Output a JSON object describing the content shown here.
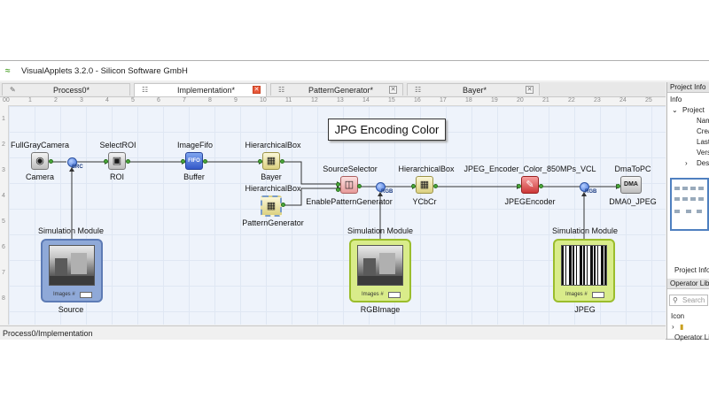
{
  "window": {
    "title": "VisualApplets 3.2.0 - Silicon Software GmbH",
    "logo_glyph": "≈"
  },
  "tabs": [
    {
      "label": "Process0*",
      "active": false
    },
    {
      "label": "Implementation*",
      "active": true
    },
    {
      "label": "PatternGenerator*",
      "active": false
    },
    {
      "label": "Bayer*",
      "active": false
    }
  ],
  "ruler": {
    "top": [
      "00",
      "1",
      "2",
      "3",
      "4",
      "5",
      "6",
      "7",
      "8",
      "9",
      "10",
      "11",
      "12",
      "13",
      "14",
      "15",
      "16",
      "17",
      "18",
      "19",
      "20",
      "21",
      "22",
      "23",
      "24",
      "25"
    ],
    "left": [
      "1",
      "2",
      "3",
      "4",
      "5",
      "6",
      "7",
      "8"
    ]
  },
  "annotation": "JPG Encoding Color",
  "nodes": {
    "camera": {
      "name": "FullGrayCamera",
      "label": "Camera",
      "icon": "camera-icon"
    },
    "roi": {
      "name": "SelectROI",
      "label": "ROI",
      "icon": "roi-icon"
    },
    "buffer": {
      "name": "ImageFifo",
      "label": "Buffer",
      "icon": "fifo-icon",
      "glyph": "FIFO"
    },
    "bayer": {
      "name": "HierarchicalBox",
      "label": "Bayer",
      "icon": "hierarchical-box-icon"
    },
    "patterngen": {
      "name": "HierarchicalBox",
      "label": "PatternGenerator",
      "icon": "hierarchical-box-icon"
    },
    "sourcesel": {
      "name": "SourceSelector",
      "label": "EnablePatternGenerator",
      "icon": "source-selector-icon"
    },
    "ycbcr": {
      "name": "HierarchicalBox",
      "label": "YCbCr",
      "icon": "hierarchical-box-icon"
    },
    "jpegenc": {
      "name": "JPEG_Encoder_Color_850MPs_VCL",
      "label": "JPEGEncoder",
      "icon": "jpeg-encoder-icon"
    },
    "dma": {
      "name": "DmaToPC",
      "label": "DMA0_JPEG",
      "icon": "dma-icon",
      "glyph": "DMA"
    }
  },
  "ball_tags": {
    "src": "SRC",
    "rgb": "RGB",
    "jpg": "RGB"
  },
  "sim_modules": [
    {
      "header": "Simulation Module",
      "label": "Source",
      "images_label": "Images #",
      "style": "blue",
      "picture": "photo"
    },
    {
      "header": "Simulation Module",
      "label": "RGBImage",
      "images_label": "Images #",
      "style": "green",
      "picture": "photo"
    },
    {
      "header": "Simulation Module",
      "label": "JPEG",
      "images_label": "Images #",
      "style": "green",
      "picture": "bars"
    }
  ],
  "status": "Process0/Implementation",
  "right_panel": {
    "project_info_header": "Project Info",
    "info_label": "Info",
    "tree": [
      "Project",
      "Nam",
      "Crea",
      "Last",
      "Versi",
      "Desc"
    ],
    "project_info_tab": "Project Info",
    "operator_library_header": "Operator Libr",
    "search_placeholder": "Search",
    "icon_col": "Icon",
    "operator_library_tab": "Operator Libr"
  },
  "colors": {
    "canvas": "#eef3fb",
    "grid": "#dfe7f3",
    "port": "#4aa83a",
    "active_close": "#e8583a"
  }
}
